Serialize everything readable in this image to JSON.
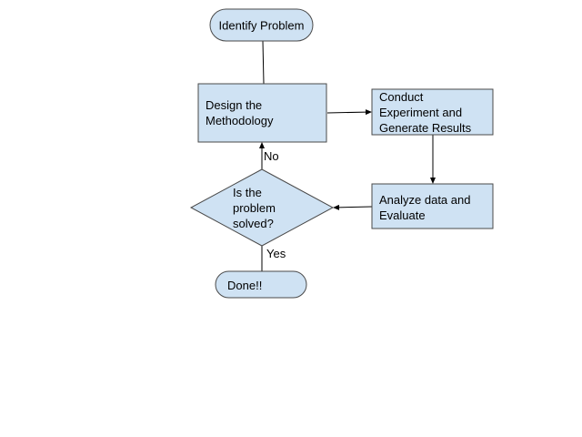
{
  "diagram": {
    "colors": {
      "node_fill": "#cfe2f3",
      "node_stroke": "#4a4a4a",
      "edge": "#000000",
      "background": "#ffffff"
    },
    "nodes": {
      "identify": {
        "shape": "terminal",
        "lines": [
          "Identify Problem"
        ]
      },
      "design": {
        "shape": "process",
        "lines": [
          "Design the",
          "Methodology"
        ]
      },
      "conduct": {
        "shape": "process",
        "lines": [
          "Conduct",
          "Experiment and",
          "Generate Results"
        ]
      },
      "analyze": {
        "shape": "process",
        "lines": [
          "Analyze data and",
          "Evaluate"
        ]
      },
      "decision": {
        "shape": "decision",
        "lines": [
          "Is the",
          "problem",
          "solved?"
        ]
      },
      "done": {
        "shape": "terminal",
        "lines": [
          "Done!!"
        ]
      }
    },
    "edges": [
      {
        "from": "identify",
        "to": "design",
        "label": "",
        "arrow": false
      },
      {
        "from": "design",
        "to": "conduct",
        "label": "",
        "arrow": true
      },
      {
        "from": "conduct",
        "to": "analyze",
        "label": "",
        "arrow": true
      },
      {
        "from": "analyze",
        "to": "decision",
        "label": "",
        "arrow": true
      },
      {
        "from": "decision",
        "to": "design",
        "label": "No",
        "arrow": true
      },
      {
        "from": "decision",
        "to": "done",
        "label": "Yes",
        "arrow": false
      }
    ]
  }
}
